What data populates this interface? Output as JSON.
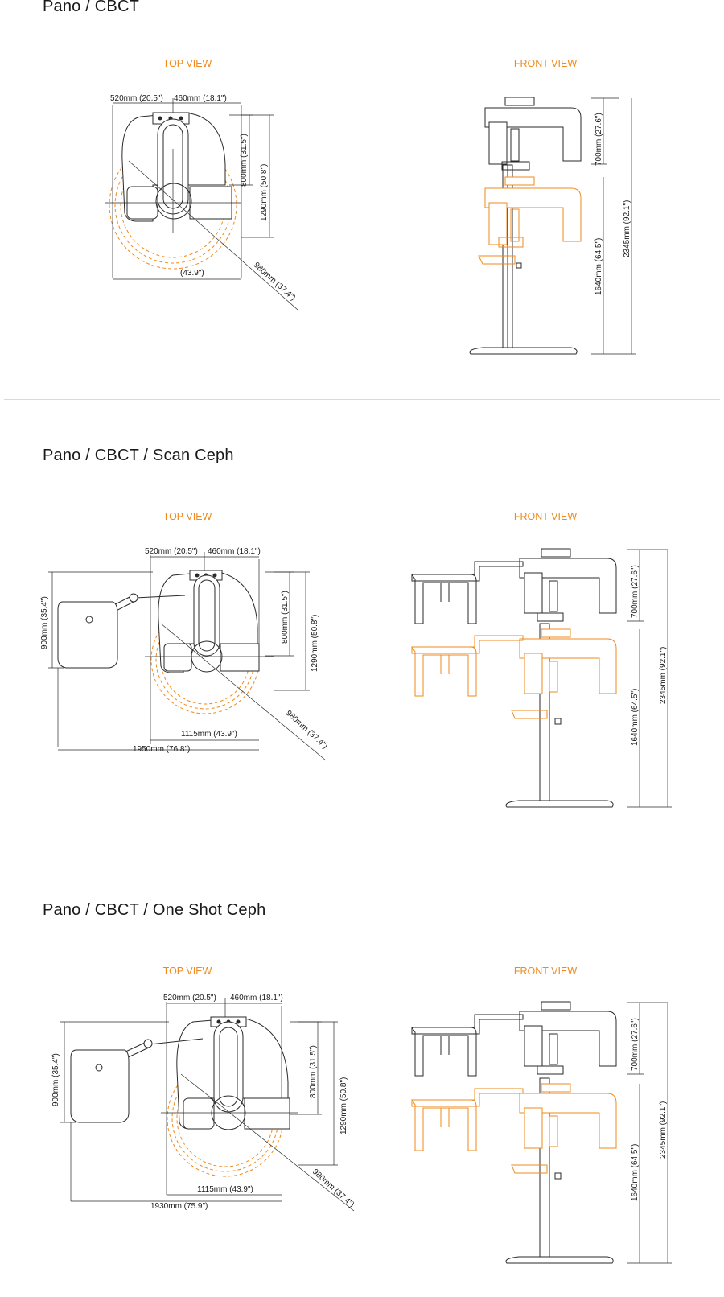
{
  "sections": [
    {
      "title": "Pano / CBCT",
      "top_view_label": "TOP VIEW",
      "front_view_label": "FRONT VIEW",
      "top_dims": {
        "w520": "520mm (20.5\")",
        "w460": "460mm (18.1\")",
        "h800": "800mm (31.5\")",
        "h1290": "1290mm (50.8\")",
        "bottom": "(43.9\")",
        "diag": "980mm (37.4\")"
      },
      "front_dims": {
        "h700": "700mm (27.6\")",
        "h1640": "1640mm (64.5\")",
        "h2345": "2345mm (92.1\")"
      }
    },
    {
      "title": "Pano / CBCT / Scan Ceph",
      "top_view_label": "TOP VIEW",
      "front_view_label": "FRONT VIEW",
      "top_dims": {
        "w520": "520mm (20.5\")",
        "w460": "460mm (18.1\")",
        "h800": "800mm (31.5\")",
        "h1290": "1290mm (50.8\")",
        "h900": "900mm (35.4\")",
        "w1115": "1115mm (43.9\")",
        "w_total": "1950mm (76.8\")",
        "diag": "980mm (37.4\")"
      },
      "front_dims": {
        "h700": "700mm (27.6\")",
        "h1640": "1640mm (64.5\")",
        "h2345": "2345mm (92.1\")"
      }
    },
    {
      "title": "Pano / CBCT / One Shot Ceph",
      "top_view_label": "TOP VIEW",
      "front_view_label": "FRONT VIEW",
      "top_dims": {
        "w520": "520mm (20.5\")",
        "w460": "460mm (18.1\")",
        "h800": "800mm (31.5\")",
        "h1290": "1290mm (50.8\")",
        "h900": "900mm (35.4\")",
        "w1115": "1115mm (43.9\")",
        "w_total": "1930mm (75.9\")",
        "diag": "980mm (37.4\")"
      },
      "front_dims": {
        "h700": "700mm (27.6\")",
        "h1640": "1640mm (64.5\")",
        "h2345": "2345mm (92.1\")"
      }
    }
  ],
  "colors": {
    "accent": "#f08a1c",
    "line": "#2a2a2a",
    "divider": "#d9d9d9"
  }
}
